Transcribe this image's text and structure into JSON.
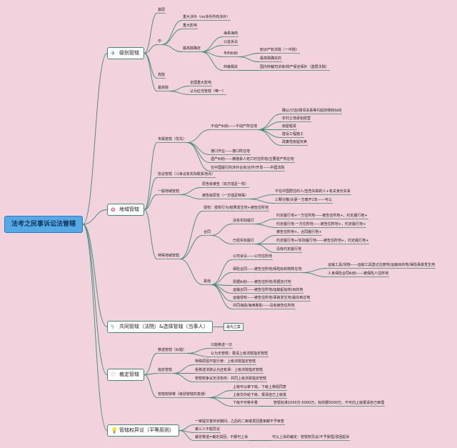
{
  "root": "法考之民事诉讼法管辖",
  "main": {
    "level": "级别管辖",
    "region": "地域管辖",
    "joint": "共同管辖（法院）&选择管辖（当事人）",
    "designate": "裁定管辖",
    "objection": "管辖权异议（平等原则）"
  },
  "level": {
    "basic": "基层",
    "middle": "中",
    "major_foreign": "重大涉外（no涉外所有涉外）",
    "major_impact": "重大影响",
    "supreme_decided": "最高院确定",
    "maritime": "海事海商",
    "public_interest": "公益诉讼",
    "ip": "专利纠纷",
    "ip_a": "知识产权法院（一中院）",
    "ip_b": "最高院确定的",
    "arbitration": "仲裁相关",
    "arbitration_a": "国内仲裁司法审/财产保全保外（基层法院）",
    "high": "高院",
    "supreme": "最高院",
    "supreme_a": "全国重大影响",
    "supreme_b": "认为应当管辖（唯一）"
  },
  "region": {
    "exclusive": "专属管辖（优先）",
    "real_estate": "不动产纠纷——不动产所在地",
    "re_1": "确认/分割/相邻关系等引起的物权纠纷",
    "re_2": "农村土地承包经营",
    "re_3": "房屋租赁",
    "re_4": "建设工程施工",
    "re_5": "政策性房屋买卖",
    "port": "港口作业——港口所在地",
    "inheritance": "遗产纠纷——被继承人死亡时住所地/主要遗产所在地",
    "china_perf": "在中国履行的涉外合资/合作/开发——中国法院",
    "agreement": "协议管辖（斗争议有实际联系地点）",
    "general": "一般地域管辖",
    "gen_1": "原告就被告（双方插足一样）",
    "gen_2": "被告就原告（一方插足特殊）",
    "gen_2a": "不在中国居住的人/宣告失踪的人+有关身份关系",
    "gen_2b": "三释分散/夫妻一方离开1年——可以",
    "special": "特殊地域管辖",
    "tort": "侵权：侵权行为/结果发生地+被告住所地",
    "contract": "合同",
    "no_actual": "没有实际履行",
    "no_actual_1": "约定履行地+一方住所地——被告住所地+，约定履行地+",
    "no_actual_2": "约定履行地-一方住所地——被告住所地+，约定履行地+",
    "performed": "已经实际履行",
    "perf_1": "被告住所地+，合同履行地+",
    "perf_2": "约定履行地+/实际履行地——被告住所地+，约定履行地+",
    "perf_3": "没有约定履行地",
    "other": "其他",
    "o_1": "公司诉讼——公司住所地",
    "o_2": "保险合同——被告住所地/保险标的物所在地",
    "o_2a": "运输工具/货物——运输工具登记注册地/运输目的地/保险事故发生地",
    "o_2b": "人身保险合同纠纷——被保险人住所地",
    "o_3": "票据纠纷——被告住所地/票据支付地",
    "o_4": "运输合同——被告住所地/运输起始地/目的地",
    "o_5": "运输侵权——被告住所地/事故发生地/最先到达地",
    "o_6": "共同海损/海难救助——没有被告住所地"
  },
  "joint": {
    "note": "最先立案"
  },
  "designate": {
    "transfer": "移送管辖（纠错）",
    "tr_1": "只能移送一次",
    "tr_2": "认为无管辖：报请上级法院指定管辖",
    "appoint": "指定管辖",
    "ap_1": "特殊原因不能行使：上级法院指定管辖",
    "ap_2": "受移送法院认为还有误：上级法院指定管辖",
    "ap_3": "管辖权争议无法协商：共同上级法院指定管辖",
    "shift": "管辖权转移（级别管辖的变通）",
    "sh_1": "上级可以审下级，下级上移经同意",
    "sh_2": "上级交办给下级，报请自己上级批",
    "sh_3": "下级不可移手量",
    "sh_3a": "管辖标准1000万-5000万，标的额5000万，不可向上级报请自己审理"
  },
  "objection": {
    "ob_1": "一审提交答辩状期间，之后的二审或发回重审都不予审查",
    "ob_2": "第三人不能异议",
    "ob_3": "裁定移送=裁定驳回，不服可上诉",
    "ob_3a": "可以上诉的裁定：管辖权异议/不予受理/驳回起诉"
  }
}
